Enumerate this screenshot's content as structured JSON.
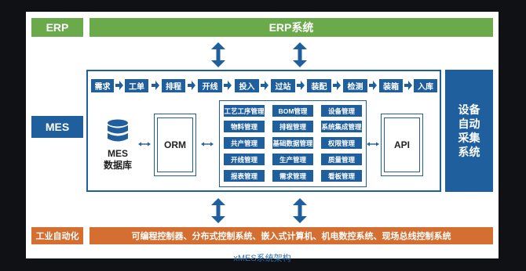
{
  "erp": {
    "label": "ERP",
    "system": "ERP系统"
  },
  "mes": {
    "label": "MES",
    "flow": [
      "需求",
      "工单",
      "排程",
      "开线",
      "投入",
      "过站",
      "装配",
      "检测",
      "装箱",
      "入库"
    ],
    "database_line1": "MES",
    "database_line2": "数据库",
    "orm": "ORM",
    "api": "API",
    "modules": [
      "工艺工序管理",
      "BOM管理",
      "设备管理",
      "物料管理",
      "排程管理",
      "系统集成管理",
      "共产管理",
      "基础数据管理",
      "权限管理",
      "开线管理",
      "生产管理",
      "质量管理",
      "报表管理",
      "需求管理",
      "看板管理"
    ]
  },
  "device_collection": [
    "设备",
    "自动",
    "采集",
    "系统"
  ],
  "automation": {
    "label": "工业自动化",
    "systems": "可编程控制器、分布式控制系统、嵌入式计算机、机电数控系统、现场总线控制系统"
  },
  "caption": "xMES系统架构",
  "colors": {
    "green": "#6aaa4a",
    "blue": "#1f5f9e",
    "orange": "#d56e31",
    "background": "#101114"
  }
}
